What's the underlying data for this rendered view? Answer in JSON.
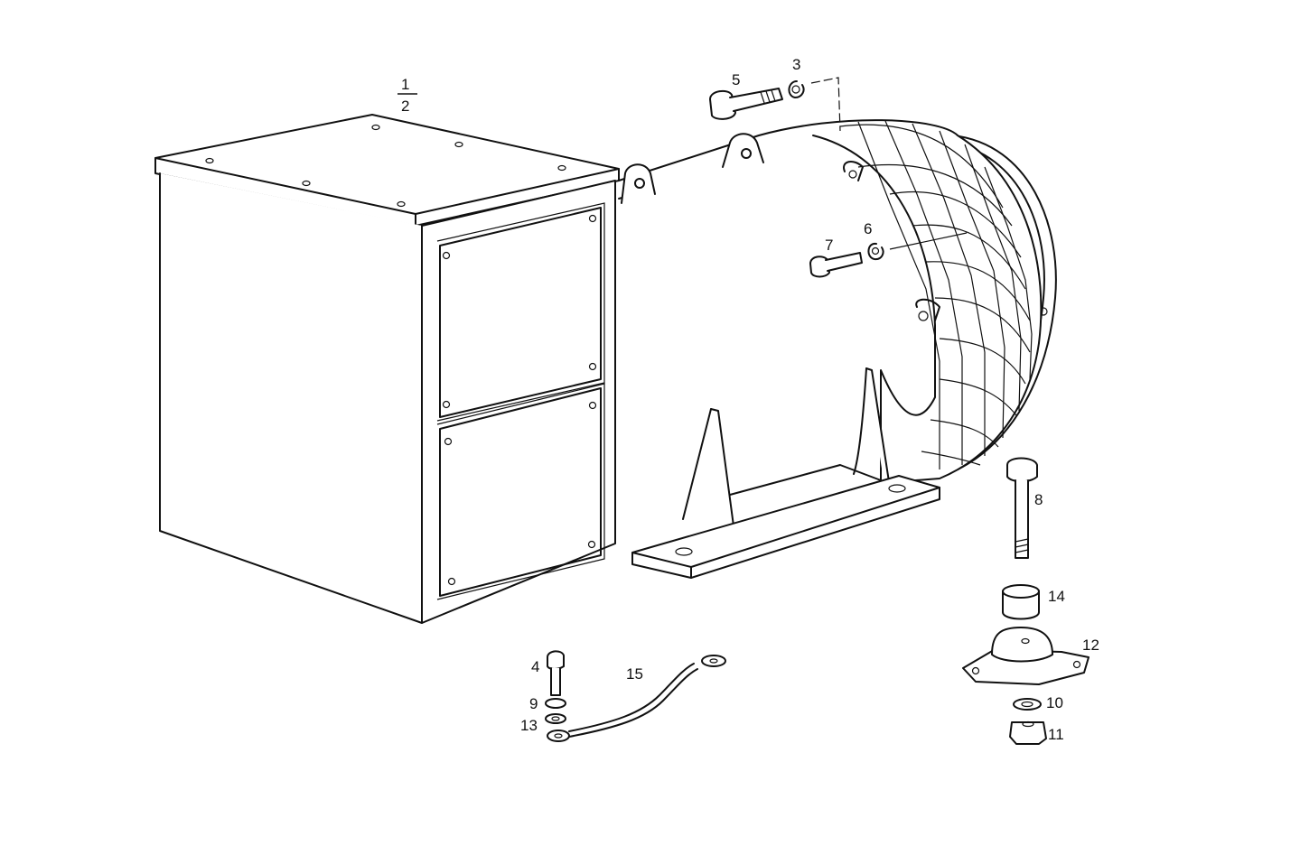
{
  "diagram": {
    "labels": {
      "part_1": "1",
      "part_2": "2",
      "part_3": "3",
      "part_4": "4",
      "part_5": "5",
      "part_6": "6",
      "part_7": "7",
      "part_8": "8",
      "part_9": "9",
      "part_10": "10",
      "part_11": "11",
      "part_12": "12",
      "part_13": "13",
      "part_14": "14",
      "part_15": "15"
    },
    "colors": {
      "ink": "#111111",
      "background": "#ffffff"
    },
    "icons": [
      "terminal-box-icon",
      "generator-body-icon",
      "mounting-foot-icon",
      "bolt-icon",
      "washer-icon",
      "nut-icon",
      "ground-cable-icon",
      "rubber-mount-icon",
      "bushing-icon"
    ]
  }
}
